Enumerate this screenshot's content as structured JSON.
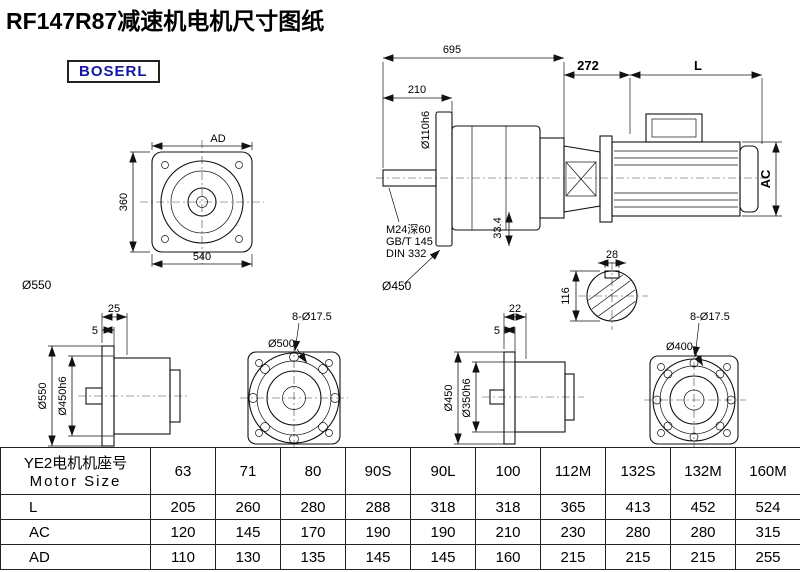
{
  "title": "RF147R87减速机电机尺寸图纸",
  "logo": "BOSERL",
  "drawing": {
    "dim_695": "695",
    "dim_272": "272",
    "dim_L": "L",
    "dim_210": "210",
    "shaft_dia": "Ø110h6",
    "thread_line1": "M24深60",
    "thread_line2": "GB/T 145",
    "thread_line3": "DIN 332",
    "dim_33_4": "33.4",
    "flange_dia_main": "Ø450",
    "dim_AC": "AC",
    "dim_28": "28",
    "dim_116": "116",
    "end_view": {
      "dim_AD": "AD",
      "dim_360": "360",
      "dim_540": "540",
      "dia_550": "Ø550"
    },
    "view_500_side": {
      "dim_25": "25",
      "dim_5": "5",
      "dia_outer": "Ø550",
      "dia_spigot": "Ø450h6"
    },
    "view_500_face": {
      "holes": "8-Ø17.5",
      "dia": "Ø500"
    },
    "view_400_side": {
      "dim_22": "22",
      "dim_5": "5",
      "dia_outer": "Ø450",
      "dia_spigot": "Ø350h6"
    },
    "view_400_face": {
      "holes": "8-Ø17.5",
      "dia": "Ø400"
    }
  },
  "table": {
    "header_cn": "YE2电机机座号",
    "header_en": "Motor Size",
    "columns": [
      "63",
      "71",
      "80",
      "90S",
      "90L",
      "100",
      "112M",
      "132S",
      "132M",
      "160M"
    ],
    "rows": [
      {
        "label": "L",
        "values": [
          "205",
          "260",
          "280",
          "288",
          "318",
          "318",
          "365",
          "413",
          "452",
          "524"
        ]
      },
      {
        "label": "AC",
        "values": [
          "120",
          "145",
          "170",
          "190",
          "190",
          "210",
          "230",
          "280",
          "280",
          "315"
        ]
      },
      {
        "label": "AD",
        "values": [
          "110",
          "130",
          "135",
          "145",
          "145",
          "160",
          "215",
          "215",
          "215",
          "255"
        ]
      }
    ]
  }
}
